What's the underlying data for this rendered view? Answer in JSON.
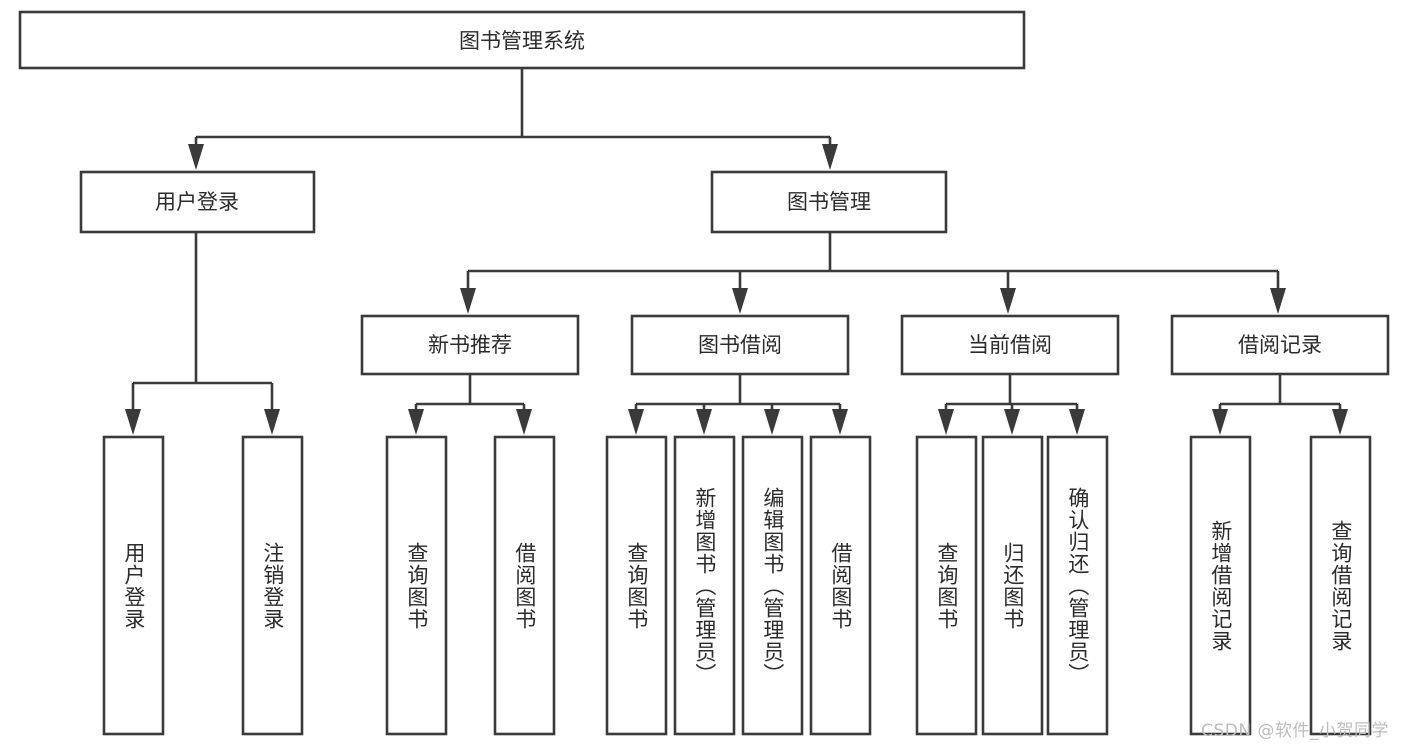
{
  "diagram": {
    "title": "图书管理系统",
    "type": "hierarchy-tree",
    "watermark": "CSDN @软件_小贺同学",
    "colors": {
      "box_stroke": "#3a3a3a",
      "box_fill": "#ffffff",
      "text": "#2b2b2b",
      "watermark": "#bcbcbc",
      "background": "#ffffff"
    },
    "root": {
      "label": "图书管理系统"
    },
    "level2": [
      {
        "label": "用户登录"
      },
      {
        "label": "图书管理"
      }
    ],
    "level3": [
      {
        "label": "新书推荐"
      },
      {
        "label": "图书借阅"
      },
      {
        "label": "当前借阅"
      },
      {
        "label": "借阅记录"
      }
    ],
    "leaves": {
      "user_login": [
        {
          "label": "用户登录"
        },
        {
          "label": "注销登录"
        }
      ],
      "new_book_recommend": [
        {
          "label": "查询图书"
        },
        {
          "label": "借阅图书"
        }
      ],
      "book_borrow": [
        {
          "label": "查询图书"
        },
        {
          "label": "新增图书（管理员）"
        },
        {
          "label": "编辑图书（管理员）"
        },
        {
          "label": "借阅图书"
        }
      ],
      "current_borrow": [
        {
          "label": "查询图书"
        },
        {
          "label": "归还图书"
        },
        {
          "label": "确认归还（管理员）"
        }
      ],
      "borrow_record": [
        {
          "label": "新增借阅记录"
        },
        {
          "label": "查询借阅记录"
        }
      ]
    }
  }
}
